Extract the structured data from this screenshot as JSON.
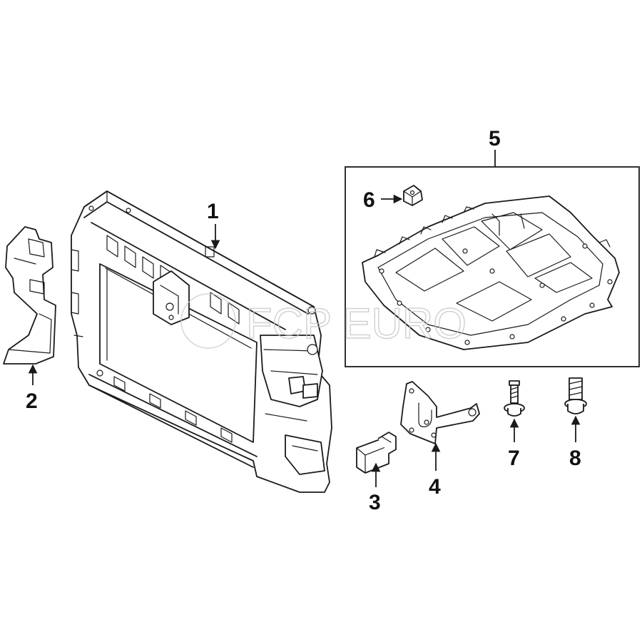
{
  "callouts": [
    {
      "id": "1",
      "label": "1"
    },
    {
      "id": "2",
      "label": "2"
    },
    {
      "id": "3",
      "label": "3"
    },
    {
      "id": "4",
      "label": "4"
    },
    {
      "id": "5",
      "label": "5"
    },
    {
      "id": "6",
      "label": "6"
    },
    {
      "id": "7",
      "label": "7"
    },
    {
      "id": "8",
      "label": "8"
    }
  ],
  "watermark": {
    "brand": "FCP EURO"
  }
}
